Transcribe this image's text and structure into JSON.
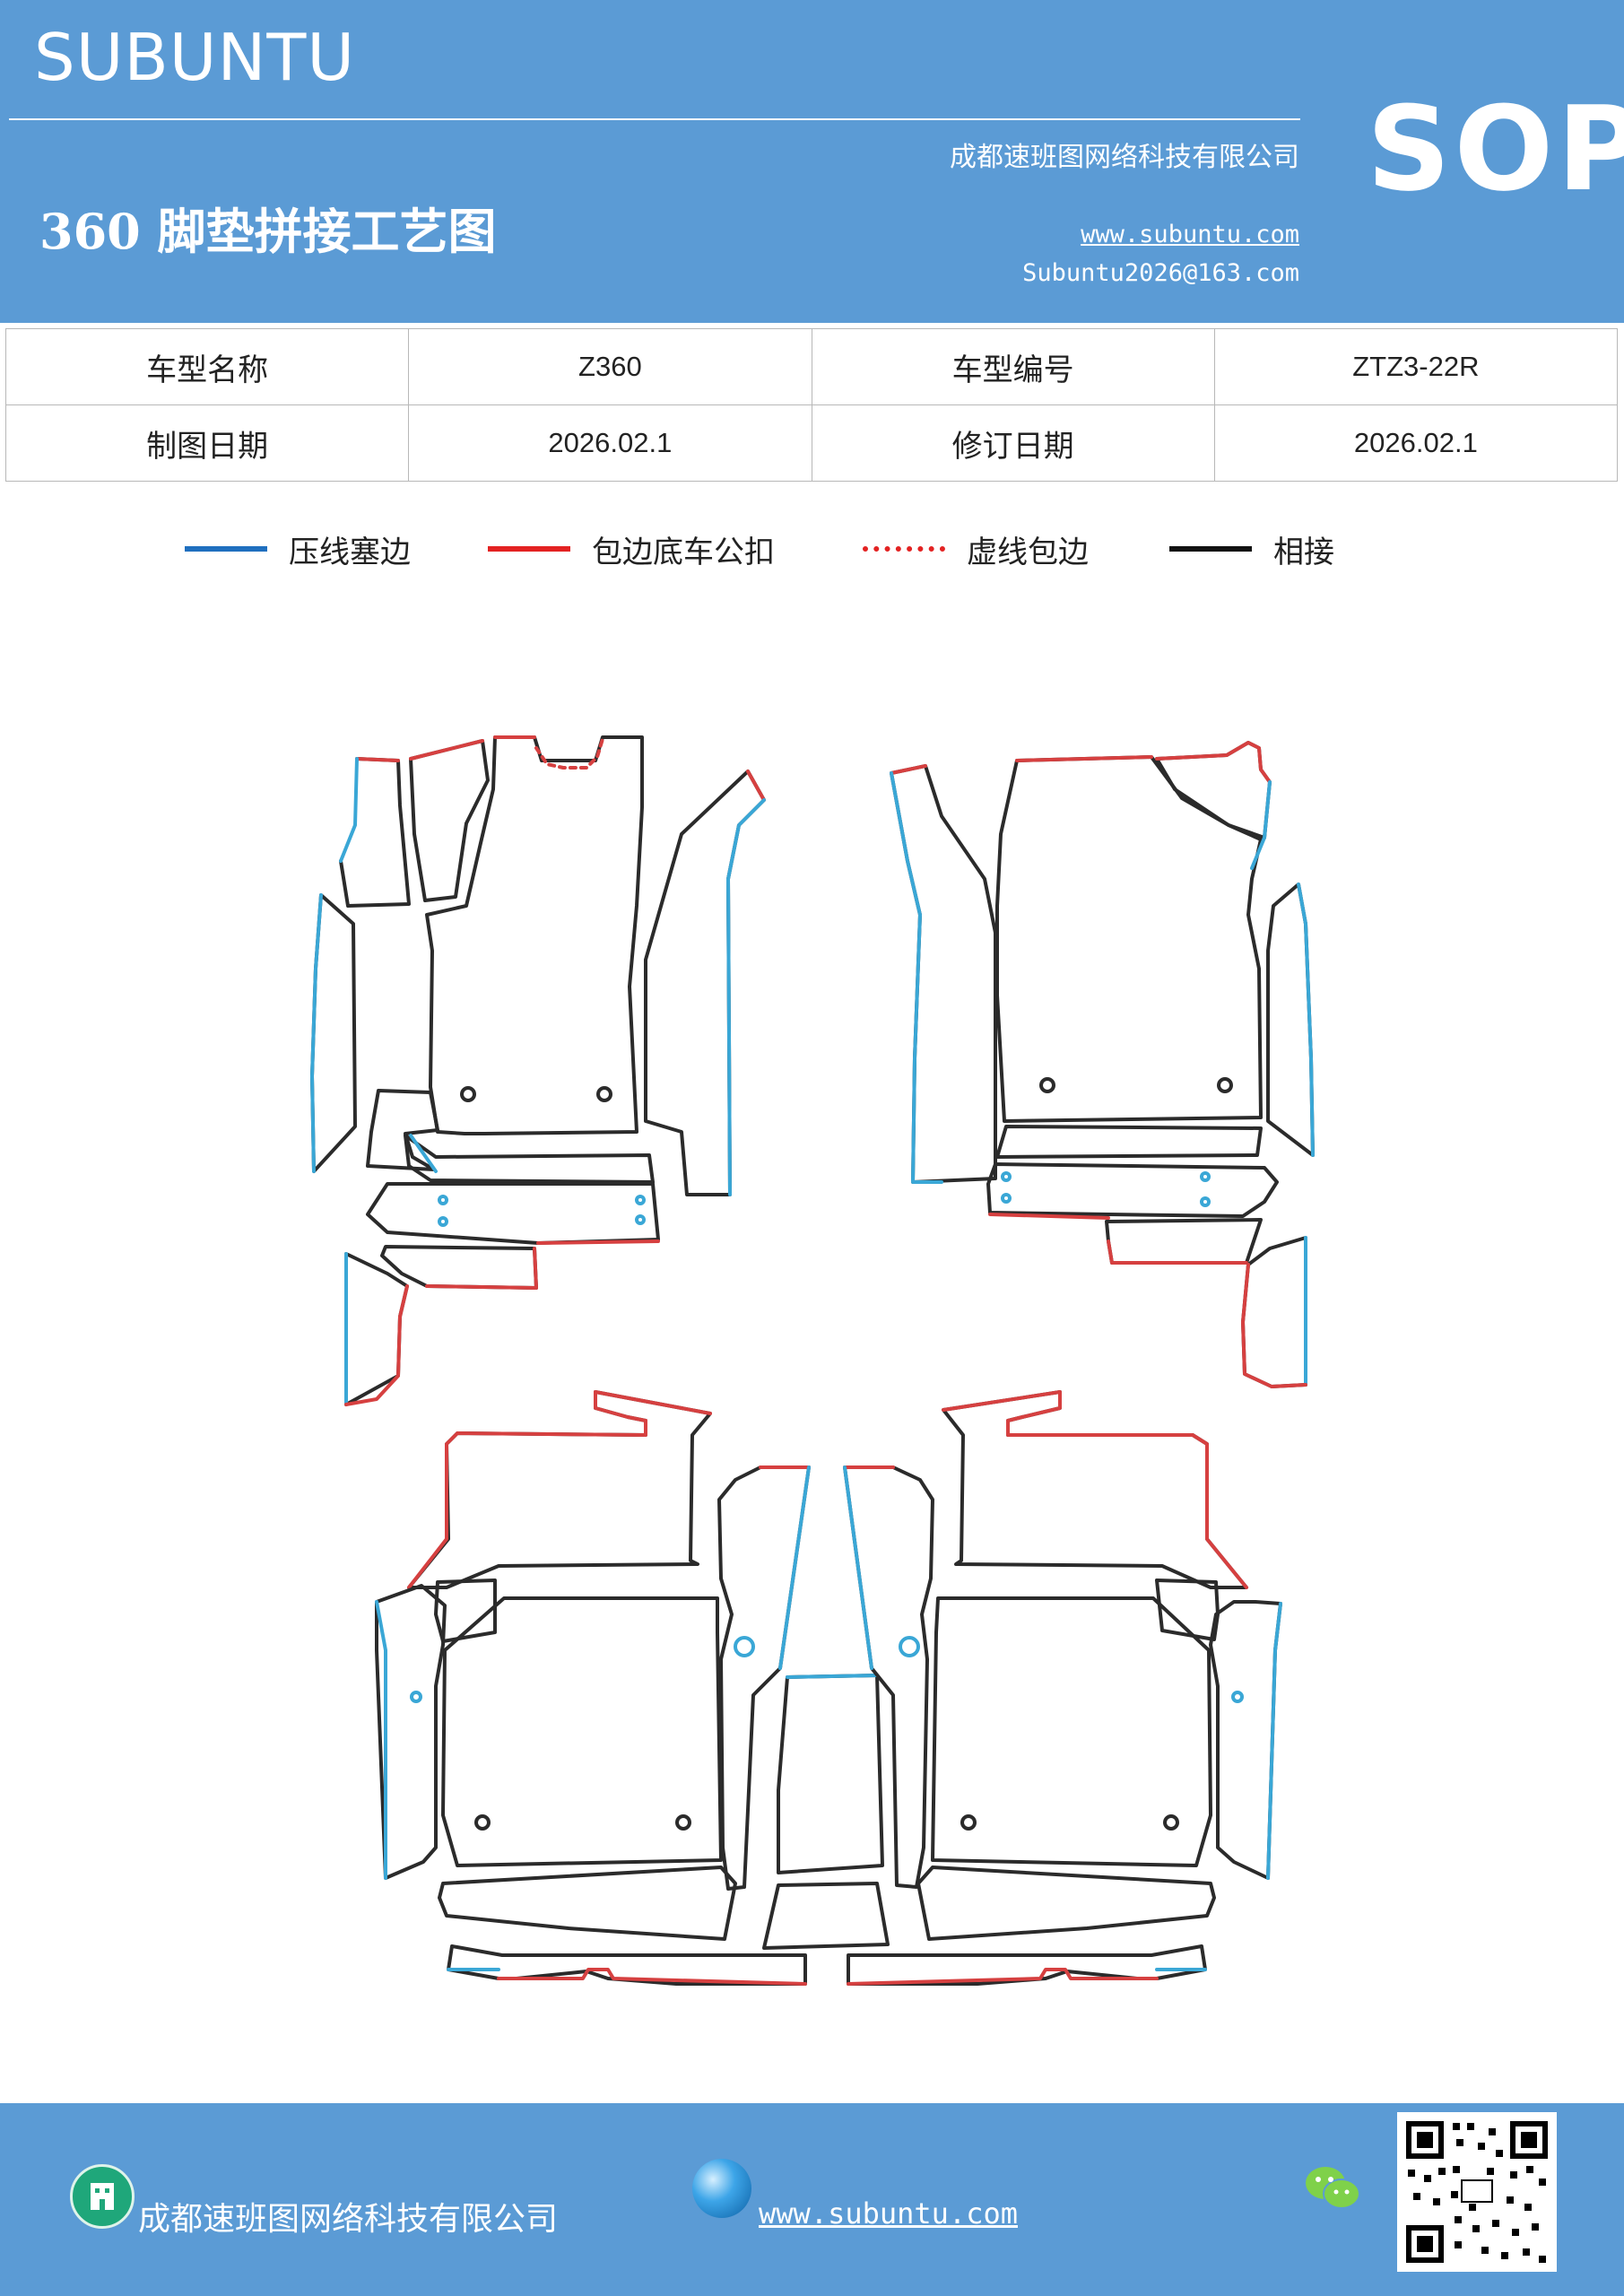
{
  "header": {
    "brand": "SUBUNTU",
    "company": "成都速班图网络科技有限公司",
    "title": "360 脚垫拼接工艺图",
    "url": "www.subuntu.com",
    "email": "Subuntu2026@163.com",
    "badge": "SOP"
  },
  "info_table": {
    "rows": [
      [
        "车型名称",
        "Z360",
        "车型编号",
        "ZTZ3-22R"
      ],
      [
        "制图日期",
        "2026.02.1",
        "修订日期",
        "2026.02.1"
      ]
    ]
  },
  "legend": [
    {
      "label": "压线塞边",
      "color": "#1f6fbf",
      "style": "solid"
    },
    {
      "label": "包边底车公扣",
      "color": "#e32222",
      "style": "solid"
    },
    {
      "label": "虚线包边",
      "color": "#e32222",
      "style": "dotted"
    },
    {
      "label": "相接",
      "color": "#111111",
      "style": "solid"
    }
  ],
  "colors": {
    "brand_blue": "#5b9bd5",
    "cyan_edge": "#3aa7d6",
    "red_edge": "#d64040",
    "black_edge": "#2b2b2b"
  },
  "footer": {
    "company": "成都速班图网络科技有限公司",
    "url": "www.subuntu.com",
    "icons": [
      "building-icon",
      "globe-icon",
      "wechat-icon",
      "qr-code"
    ]
  }
}
